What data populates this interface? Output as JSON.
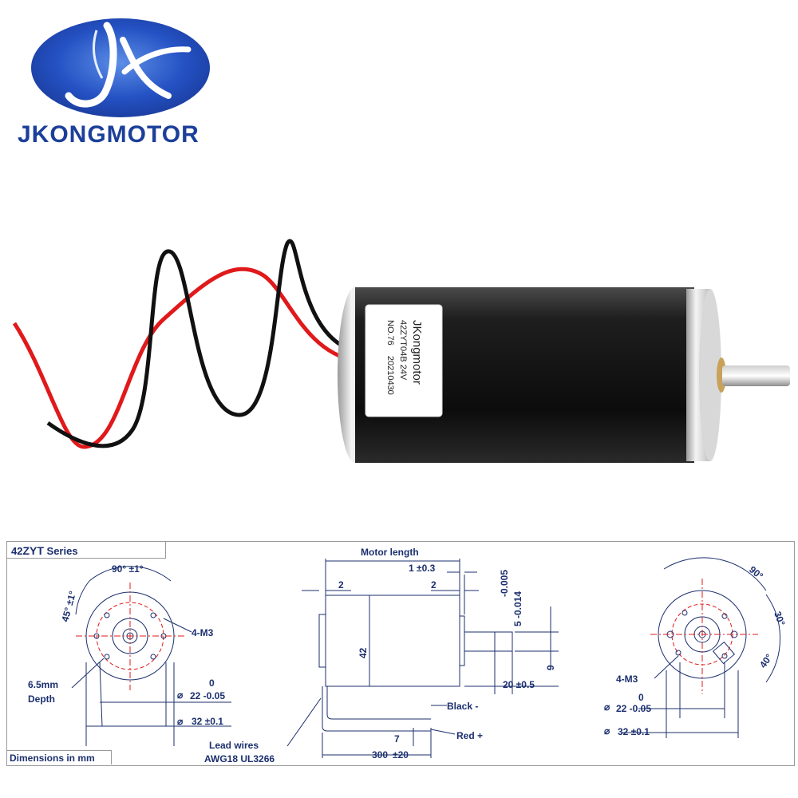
{
  "brand": {
    "name": "JKONGMOTOR"
  },
  "motor_label": {
    "brand": "JKongmotor",
    "model": "42ZYT04B 24V",
    "number": "NO.76",
    "date": "20210430"
  },
  "drawing": {
    "series_prefix": "42",
    "series_bold": "ZYT",
    "series_suffix": " Series",
    "units_note": "Dimensions in mm",
    "left": {
      "angle_90": "90° ±1°",
      "angle_45": "45° ±1°",
      "holes": "4-M3",
      "depth_1": "6.5mm",
      "depth_2": "Depth",
      "d22_tol_top": "0",
      "d22": "22 -0.05",
      "d32": "32 ±0.1"
    },
    "side": {
      "motor_length": "Motor length",
      "d1": "1 ±0.3",
      "d2_left": "2",
      "d2_right": "2",
      "shaft_tol_top": "-0.005",
      "shaft_tol": "5 -0.014",
      "body_dia": "42",
      "boss_dia": "9",
      "shaft_len": "20 ±0.5",
      "black": "Black -",
      "red": "Red +",
      "wire_strip": "7",
      "wire_len": "300",
      "wire_tol": "±20",
      "lead_1": "Lead wires",
      "lead_2": "AWG18 UL3266"
    },
    "right": {
      "angle_90": "90°",
      "angle_30": "30°",
      "angle_40": "40°",
      "holes": "4-M3",
      "d22_tol_top": "0",
      "d22": "22 -0.05",
      "d32": "32 ±0.1"
    }
  },
  "colors": {
    "brand_blue": "#1b3f9a",
    "drawing_blue": "#1b2f6e",
    "wire_red": "#e0191b",
    "wire_black": "#111111",
    "motor_body": "#151515"
  }
}
